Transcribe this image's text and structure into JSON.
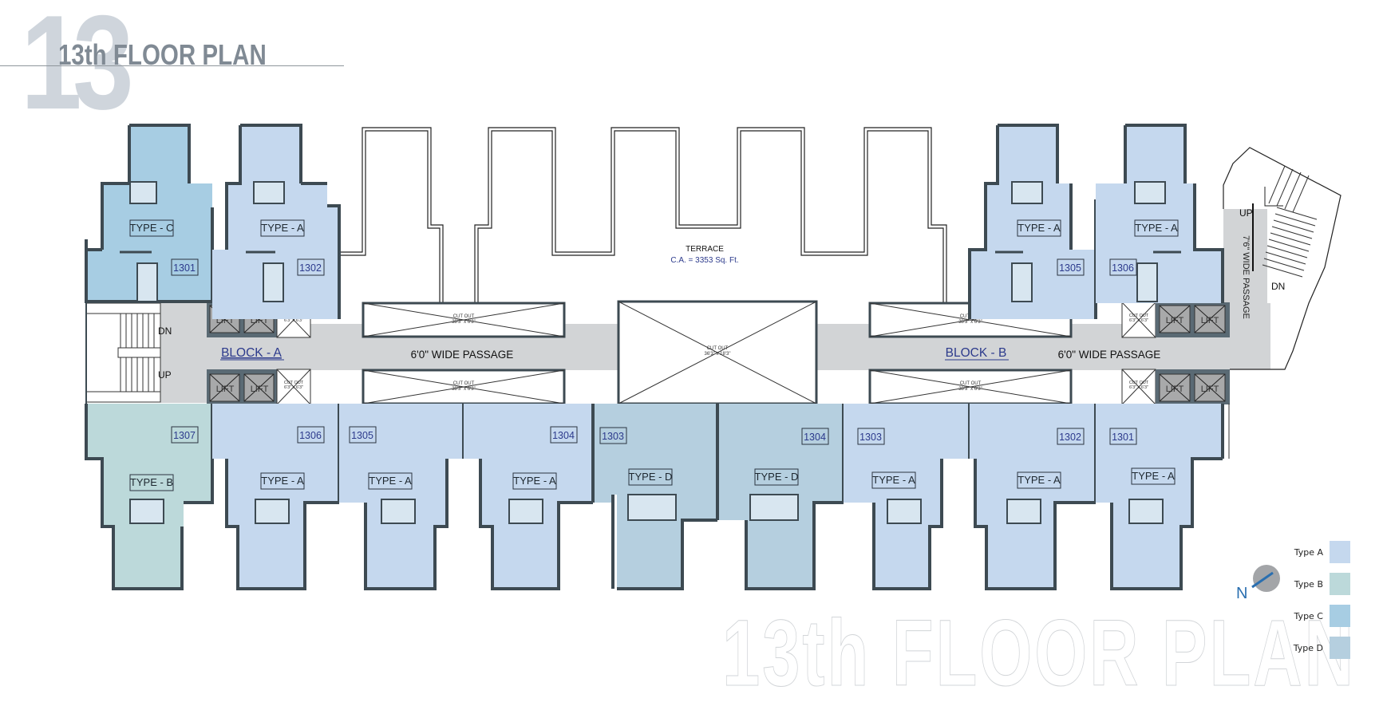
{
  "header": {
    "floor_number": "13",
    "title": "13th FLOOR PLAN"
  },
  "watermark": "13th FLOOR PLAN",
  "colors": {
    "type_a": "#c5d8ee",
    "type_b": "#bcd9da",
    "type_c": "#a7cde3",
    "type_d": "#b5cfdf",
    "wall": "#3d4a52",
    "passage": "#d2d4d6",
    "lift": "#a8a9aa",
    "label_blue": "#2c3a8c",
    "compass_blue": "#2a6fb0"
  },
  "terrace": {
    "label": "TERRACE",
    "area": "C.A. = 3353 Sq. Ft."
  },
  "blocks": [
    {
      "label": "BLOCK - A",
      "passage": "6'0\" WIDE PASSAGE"
    },
    {
      "label": "BLOCK - B",
      "passage": "6'0\" WIDE PASSAGE"
    }
  ],
  "side_passage": "7'6\" WIDE PASSAGE",
  "stairs": {
    "left_dn": "DN",
    "left_up": "UP",
    "right_up": "UP",
    "right_dn": "DN"
  },
  "lift_label": "LIFT",
  "cutouts": {
    "label": "CUT OUT",
    "small_dim": "6'3\" x 6'3\"",
    "long_dim": "38'3\" x 6'3\"",
    "center_dim": "36'3\" x 18'3\""
  },
  "units_top": [
    {
      "type": "TYPE - C",
      "number": "1301",
      "kind": "c"
    },
    {
      "type": "TYPE - A",
      "number": "1302",
      "kind": "a"
    },
    {
      "type": "TYPE - A",
      "number": "1305",
      "kind": "a"
    },
    {
      "type": "TYPE - A",
      "number": "1306",
      "kind": "a"
    }
  ],
  "units_bottom": [
    {
      "type": "TYPE - B",
      "number": "1307",
      "kind": "b"
    },
    {
      "type": "TYPE - A",
      "number": "1306",
      "kind": "a"
    },
    {
      "type": "TYPE - A",
      "number": "1305",
      "kind": "a"
    },
    {
      "type": "TYPE - A",
      "number": "1304",
      "kind": "a"
    },
    {
      "type": "TYPE - D",
      "number": "1303",
      "kind": "d"
    },
    {
      "type": "TYPE - D",
      "number": "1304",
      "kind": "d"
    },
    {
      "type": "TYPE - A",
      "number": "1303",
      "kind": "a"
    },
    {
      "type": "TYPE - A",
      "number": "1302",
      "kind": "a"
    },
    {
      "type": "TYPE - A",
      "number": "1301",
      "kind": "a"
    }
  ],
  "legend": [
    {
      "label": "Type A",
      "color": "#c5d8ee"
    },
    {
      "label": "Type B",
      "color": "#bcd9da"
    },
    {
      "label": "Type C",
      "color": "#a7cde3"
    },
    {
      "label": "Type D",
      "color": "#b5cfdf"
    }
  ],
  "compass": {
    "label": "N"
  }
}
